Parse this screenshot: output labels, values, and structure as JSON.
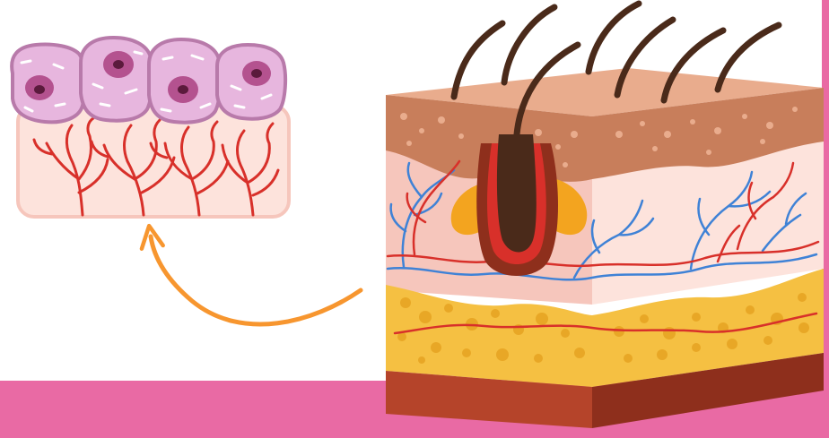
{
  "colors": {
    "background": "#ffffff",
    "band": "#e96aa4",
    "arrow": "#f7962f",
    "cell_fill": "#e7b6de",
    "cell_border": "#b87aaa",
    "nucleus": "#b4528f",
    "nucleus_dark": "#5b1a3c",
    "dermis": "#f6c6bc",
    "dermis_light": "#fde3dc",
    "epidermis": "#c87e5b",
    "epidermis_top": "#e9ac8d",
    "fat": "#f5c042",
    "fat_dark": "#e8a726",
    "base": "#b5442a",
    "base_side": "#8e2f1c",
    "artery": "#d8302a",
    "vein": "#3f82d6",
    "hair": "#4a2a1a",
    "gland": "#f3a41f"
  },
  "icons": [
    "epithelial-cells-illustration",
    "capillary-bed-illustration",
    "curved-arrow-icon",
    "skin-cross-section-illustration",
    "hair-icon",
    "hair-follicle-icon"
  ]
}
